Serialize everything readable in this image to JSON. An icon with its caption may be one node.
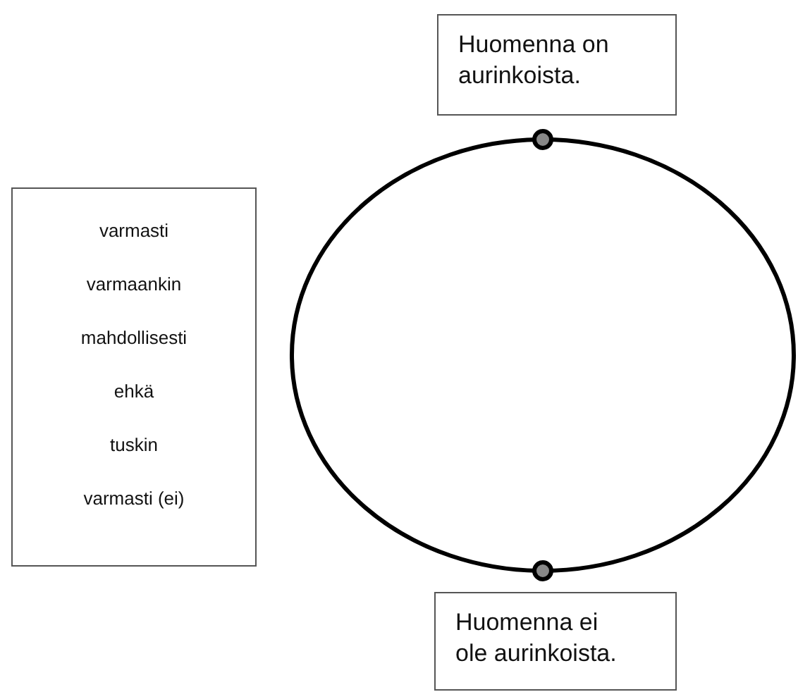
{
  "diagram": {
    "nodes": [
      {
        "text": [
          "varmasti",
          "varmaankin",
          "mahdollisesti",
          "ehkä",
          "tuskin",
          "varmasti (ei)"
        ]
      },
      {
        "text": [
          "Huomenna on aurinkoista."
        ]
      },
      {
        "text": [],
        "shape": "ellipse"
      },
      {
        "text": [
          "Huomenna ei ole aurinkoista."
        ]
      }
    ]
  }
}
